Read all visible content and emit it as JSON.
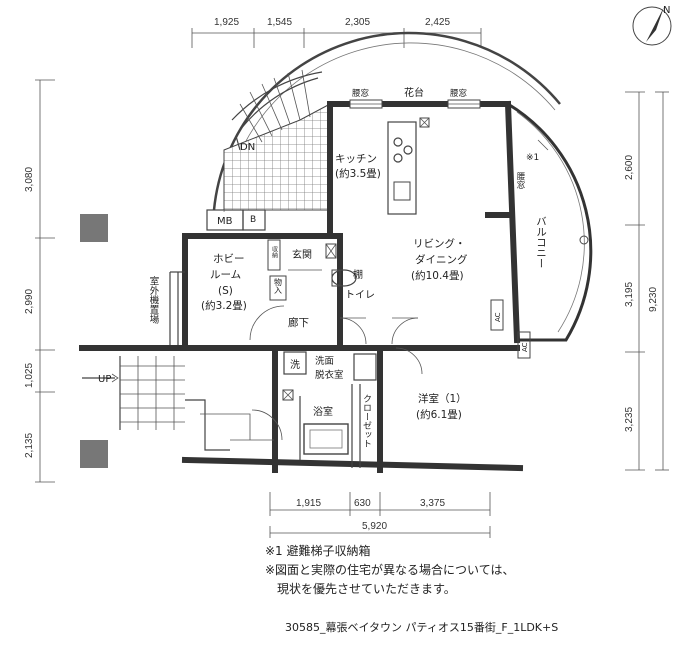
{
  "rooms": {
    "kitchen": {
      "name": "キッチン",
      "size": "(約3.5畳)"
    },
    "living": {
      "name_line1": "リビング・",
      "name_line2": "ダイニング",
      "size": "(約10.4畳)"
    },
    "hobby": {
      "name_line1": "ホビー",
      "name_line2": "ルーム",
      "name_line3": "(S)",
      "size": "(約3.2畳)"
    },
    "western": {
      "name": "洋室（1）",
      "size": "(約6.1畳)"
    },
    "balcony": "バルコニー",
    "entrance": "玄関",
    "toilet": "トイレ",
    "storage_in": "物入",
    "shoe": "棚",
    "hall": "廊下",
    "washer": "洗",
    "wash_room_line1": "洗面",
    "wash_room_line2": "脱衣室",
    "bath": "浴室",
    "closet": "クローゼット",
    "mb": "MB",
    "b": "B",
    "dn": "DN",
    "up": "UP",
    "outdoor_unit": "室外機置場",
    "planter": "花台",
    "window1": "腰窓",
    "window2": "腰窓",
    "window3": "腰窓",
    "note_mark": "※1",
    "ac1": "AC",
    "ac2": "AC",
    "shelf_small": "収納"
  },
  "dimensions": {
    "top": [
      "1,925",
      "1,545",
      "2,305",
      "2,425"
    ],
    "left": [
      "3,080",
      "2,990",
      "1,025",
      "2,135"
    ],
    "right_inner": [
      "2,600",
      "3,195",
      "3,235"
    ],
    "right_total": "9,230",
    "bottom": [
      "1,915",
      "630",
      "3,375"
    ],
    "bottom_total": "5,920"
  },
  "compass_label": "N",
  "notes": [
    "※1 避難梯子収納箱",
    "※図面と実際の住宅が異なる場合については、",
    "現状を優先させていただきます。"
  ],
  "caption": "30585_幕張ベイタウン パティオス15番街_F_1LDK+S"
}
